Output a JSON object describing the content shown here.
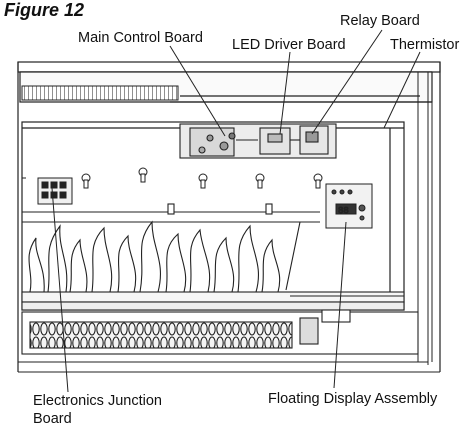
{
  "figure": {
    "title": "Figure 12"
  },
  "callouts": {
    "main_control_board": "Main Control Board",
    "led_driver_board": "LED Driver Board",
    "relay_board": "Relay Board",
    "thermistor": "Thermistor",
    "electronics_junction_board_line1": "Electronics Junction",
    "electronics_junction_board_line2": "Board",
    "floating_display_assembly": "Floating Display Assembly"
  }
}
